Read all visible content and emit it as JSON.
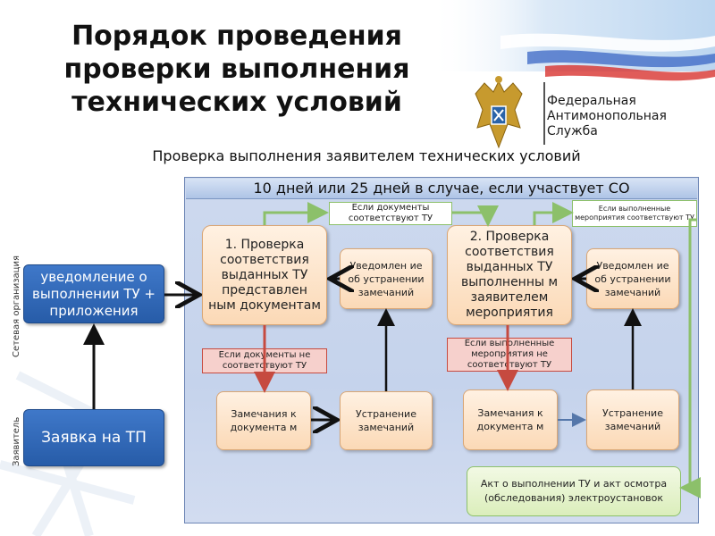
{
  "title": "Порядок проведения проверки выполнения технических условий",
  "logo": {
    "line1": "Федеральная",
    "line2": "Антимонопольная",
    "line3": "Служба"
  },
  "subtitle": "Проверка выполнения заявителем технических условий",
  "panel_header": "10 дней или 25 дней в случае, если участвует СО",
  "side_labels": {
    "network": "Сетевая организация",
    "applicant": "Заявитель"
  },
  "left_boxes": {
    "notification": "уведомление о выполнении ТУ + приложения",
    "application": "Заявка на ТП"
  },
  "stage1": {
    "check": "1. Проверка соответствия выданных ТУ представлен ным документам",
    "notice": "Уведомлен ие об устранении замечаний",
    "remarks": "Замечания к документа м",
    "fix": "Устранение замечаний",
    "ok_note": "Если документы соответствуют ТУ",
    "bad_note": "Если документы не соответствуют ТУ"
  },
  "stage2": {
    "check": "2. Проверка соответствия выданных ТУ выполненны м заявителем мероприятия",
    "notice": "Уведомлен ие об устранении замечаний",
    "remarks": "Замечания к документа м",
    "fix": "Устранение замечаний",
    "ok_note": "Если выполненные мероприятия соответствуют ТУ",
    "bad_note": "Если выполненные мероприятия не соответствуют ТУ"
  },
  "act": "Акт о выполнении ТУ и акт осмотра (обследования) электроустановок",
  "colors": {
    "blue_box": "#2f68b8",
    "peach_box": "#fde3c8",
    "green_line": "#8cc06a",
    "red_note": "#f6d0cc",
    "panel": "#c8d5ed"
  }
}
